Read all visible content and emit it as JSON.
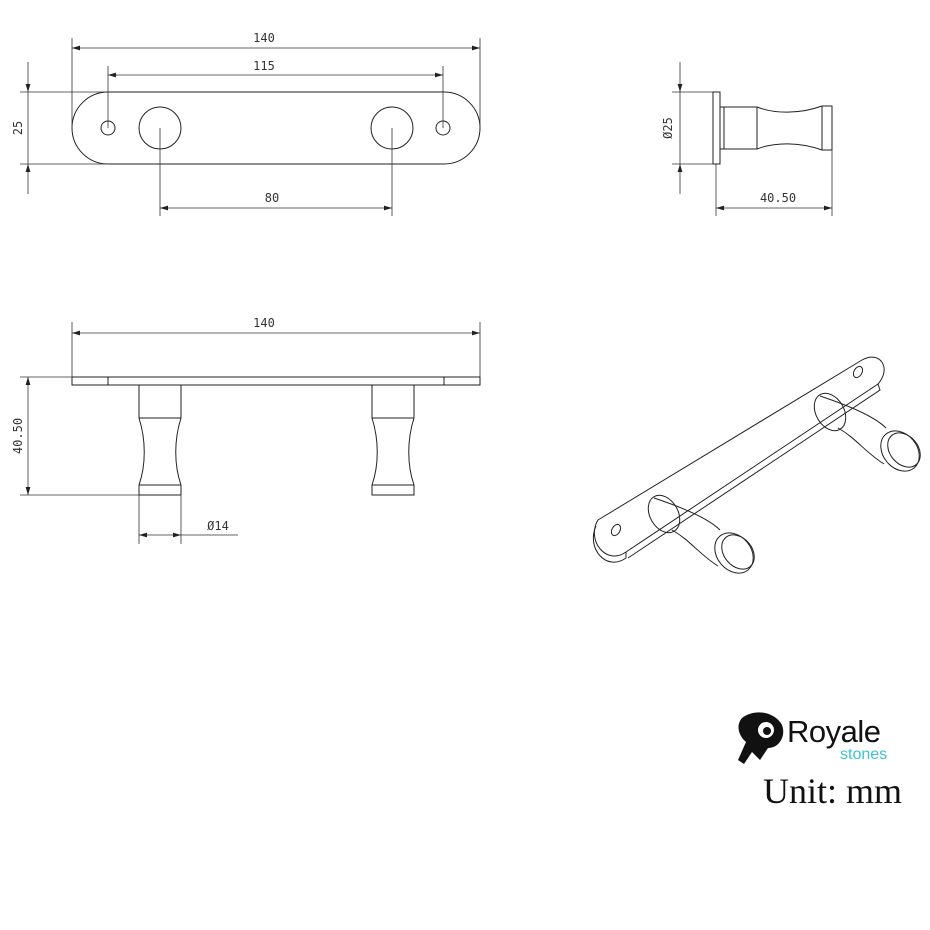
{
  "dimensions": {
    "top_overall_length": "140",
    "top_hole_spacing": "115",
    "top_hook_spacing": "80",
    "top_width": "25",
    "side_diameter": "Ø25",
    "side_depth": "40.50",
    "front_overall_length": "140",
    "front_depth": "40.50",
    "front_hook_diameter": "Ø14"
  },
  "logo": {
    "brand": "Royale",
    "sub": "stones",
    "sub_color": "#3bc4d0"
  },
  "unit_label": "Unit: mm"
}
